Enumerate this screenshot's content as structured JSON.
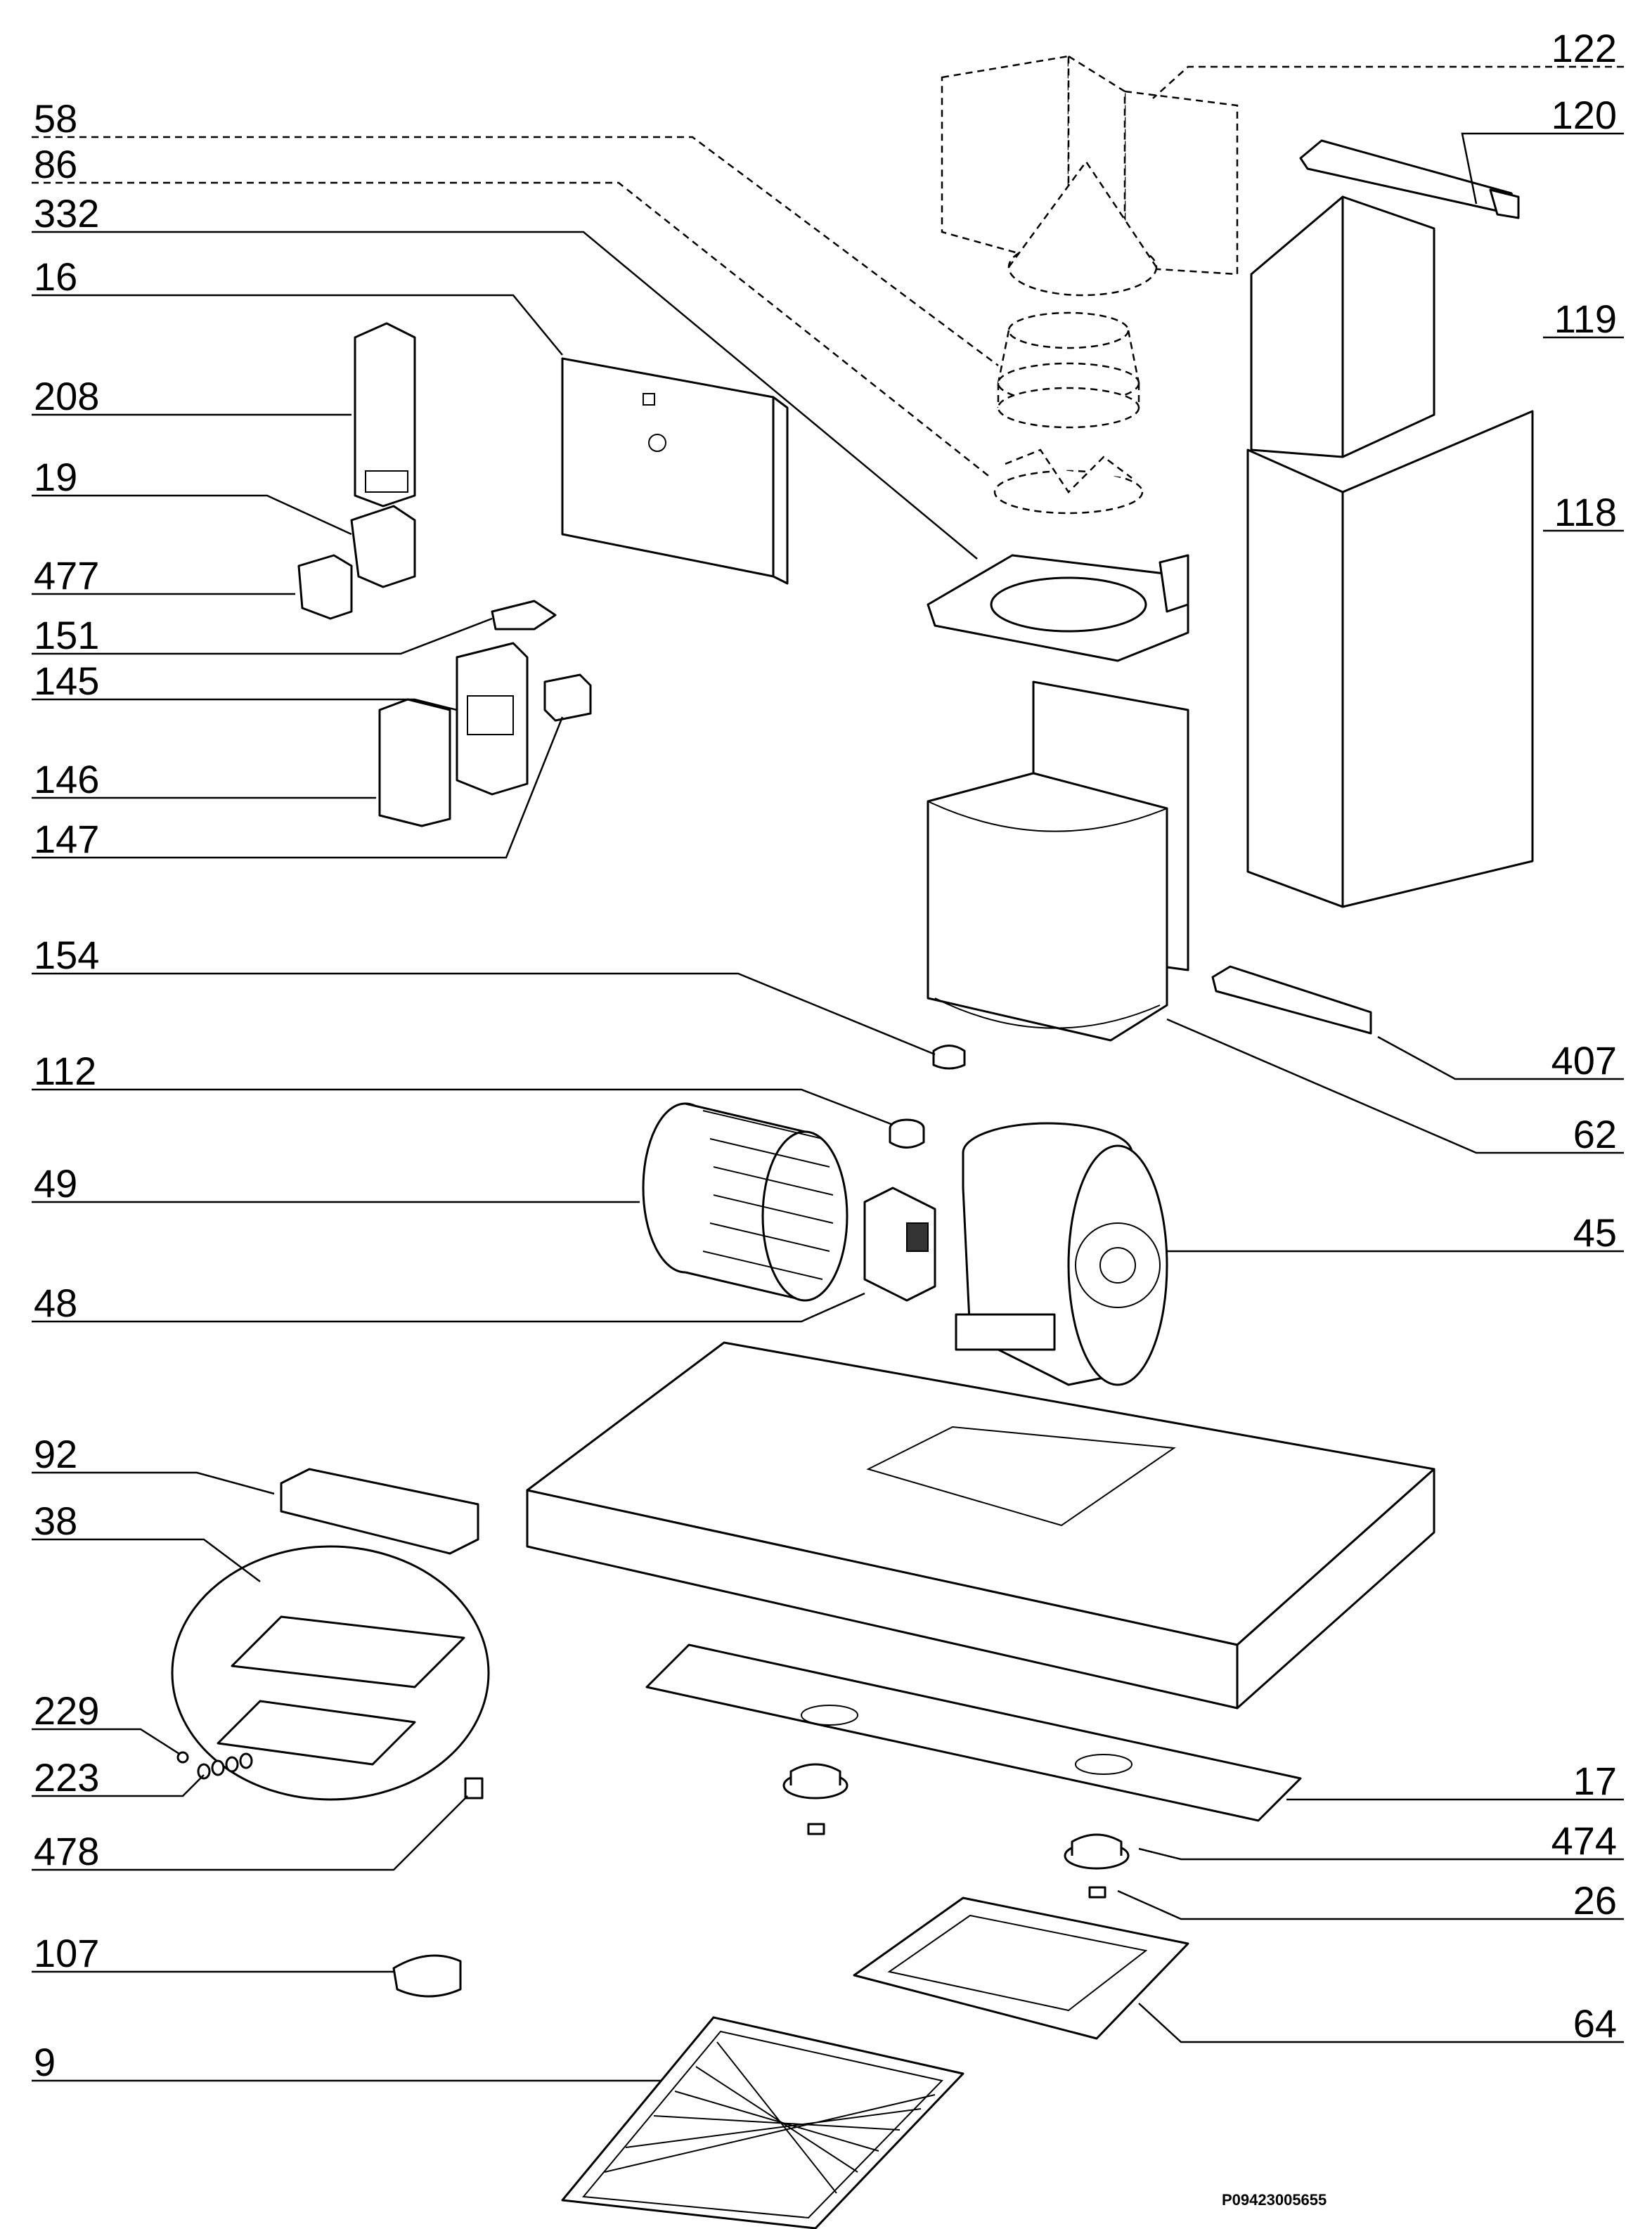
{
  "labels": {
    "l122": "122",
    "l120": "120",
    "l119": "119",
    "l118": "118",
    "l58": "58",
    "l86": "86",
    "l332": "332",
    "l16": "16",
    "l208": "208",
    "l19": "19",
    "l477": "477",
    "l151": "151",
    "l145": "145",
    "l146": "146",
    "l147": "147",
    "l154": "154",
    "l112": "112",
    "l49": "49",
    "l48": "48",
    "l407": "407",
    "l62": "62",
    "l45": "45",
    "l92": "92",
    "l38": "38",
    "l229": "229",
    "l223": "223",
    "l478": "478",
    "l107": "107",
    "l9": "9",
    "l17": "17",
    "l474": "474",
    "l26": "26",
    "l64": "64"
  },
  "reference_code": "P09423005655"
}
